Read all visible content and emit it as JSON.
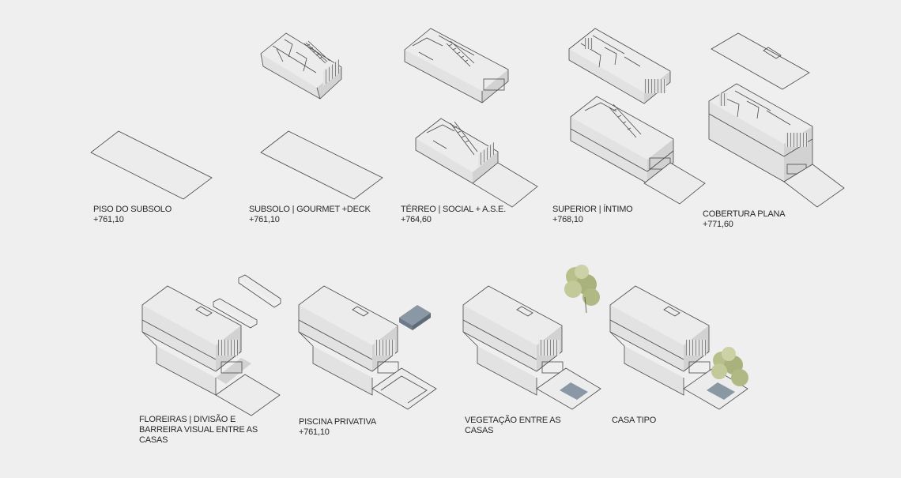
{
  "diagram": {
    "panels_top": [
      {
        "id": "piso-subsolo",
        "title": "PISO DO SUBSOLO",
        "level": "+761,10"
      },
      {
        "id": "subsolo",
        "title": "SUBSOLO | GOURMET +DECK",
        "level": "+761,10"
      },
      {
        "id": "terreo",
        "title": "TÉRREO | SOCIAL + A.S.E.",
        "level": "+764,60"
      },
      {
        "id": "superior",
        "title": "SUPERIOR | ÍNTIMO",
        "level": "+768,10"
      },
      {
        "id": "cobertura",
        "title": "COBERTURA PLANA",
        "level": "+771,60"
      }
    ],
    "panels_bottom": [
      {
        "id": "floreiras",
        "title_lines": [
          "FLOREIRAS | DIVISÃO E",
          "BARREIRA VISUAL ENTRE AS",
          "CASAS"
        ]
      },
      {
        "id": "piscina",
        "title_lines": [
          "PISCINA PRIVATIVA",
          "+761,10"
        ]
      },
      {
        "id": "vegetacao",
        "title_lines": [
          "VEGETAÇÃO ENTRE AS",
          "CASAS"
        ]
      },
      {
        "id": "casa-tipo",
        "title_lines": [
          "CASA TIPO"
        ]
      }
    ],
    "colors": {
      "background": "#efefef",
      "line": "#4a4a4a",
      "top_face": "#ececec",
      "side_face": "#d2d2d2",
      "pool": "#7d8a98",
      "tree_green": "#b9c08c"
    }
  }
}
